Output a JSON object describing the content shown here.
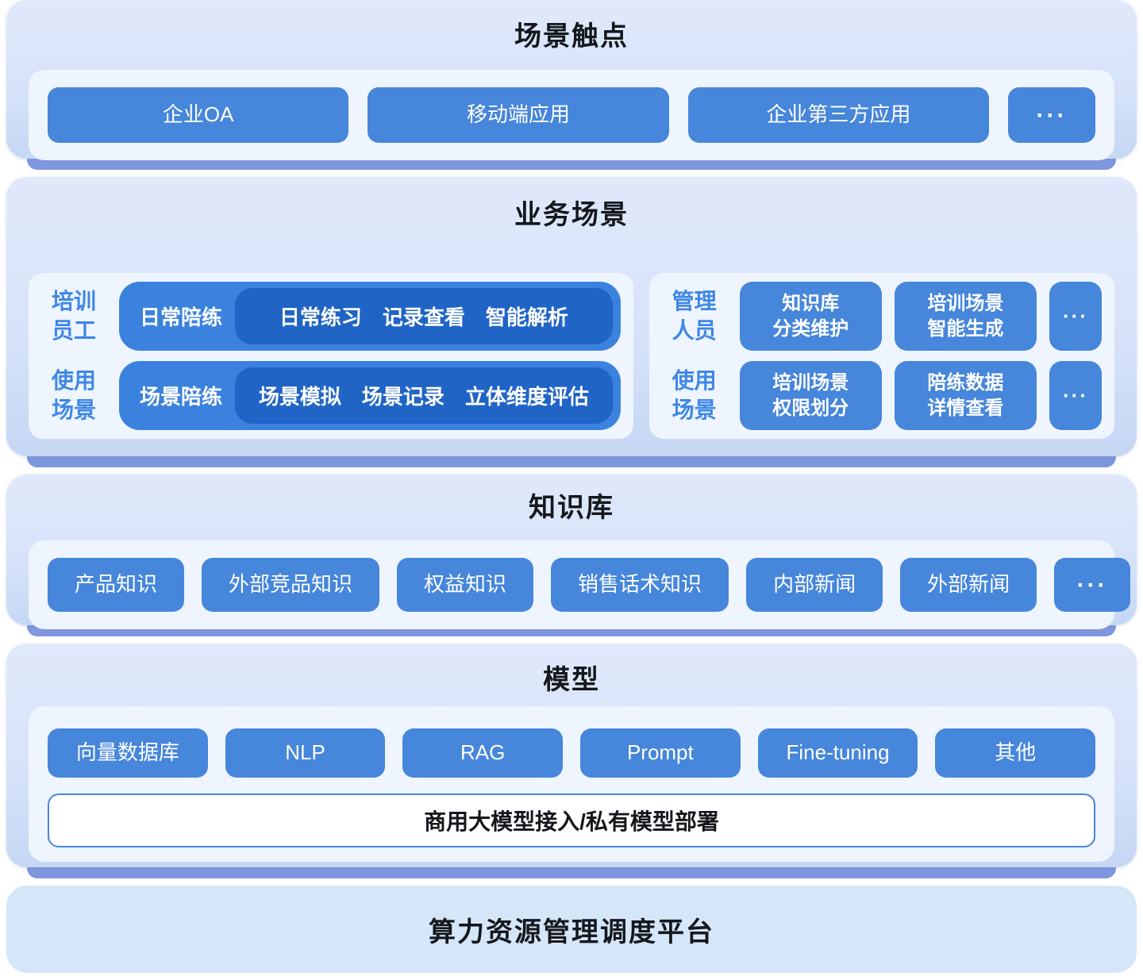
{
  "colors": {
    "accent_blue": "#4686db",
    "pill_outer_blue": "#3b82de",
    "pill_inner_blue": "#2064c6",
    "label_blue": "#3f87e6",
    "panel_edge": "#7e97de",
    "panel_gradient_top": "#e0e9fb",
    "panel_gradient_bottom": "#c5d7f4",
    "tray_background": "#eef5fe",
    "platform_background": "#d5e6f9",
    "title_color": "#14171c"
  },
  "touchpoints": {
    "title": "场景触点",
    "items": [
      "企业OA",
      "移动端应用",
      "企业第三方应用",
      "···"
    ]
  },
  "business": {
    "title": "业务场景",
    "employee": {
      "rows": [
        {
          "label": "培训\n员工",
          "pill": "日常陪练",
          "detail": "日常练习　记录查看　智能解析"
        },
        {
          "label": "使用\n场景",
          "pill": "场景陪练",
          "detail": "场景模拟　场景记录　立体维度评估"
        }
      ]
    },
    "manager": {
      "rows": [
        {
          "label": "管理\n人员",
          "items": [
            "知识库\n分类维护",
            "培训场景\n智能生成",
            "···"
          ]
        },
        {
          "label": "使用\n场景",
          "items": [
            "培训场景\n权限划分",
            "陪练数据\n详情查看",
            "···"
          ]
        }
      ]
    }
  },
  "knowledge": {
    "title": "知识库",
    "items": [
      "产品知识",
      "外部竞品知识",
      "权益知识",
      "销售话术知识",
      "内部新闻",
      "外部新闻",
      "···"
    ]
  },
  "model": {
    "title": "模型",
    "items": [
      "向量数据库",
      "NLP",
      "RAG",
      "Prompt",
      "Fine-tuning",
      "其他"
    ],
    "bar": "商用大模型接入/私有模型部署"
  },
  "platform": {
    "title": "算力资源管理调度平台"
  }
}
